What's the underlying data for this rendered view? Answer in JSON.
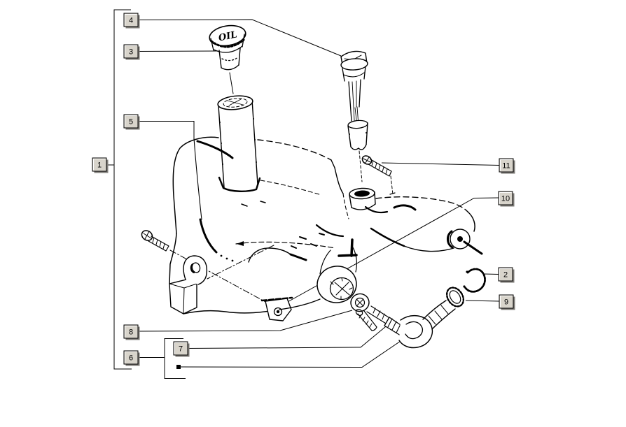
{
  "diagram": {
    "background_color": "#ffffff",
    "line_color": "#000000",
    "tag": {
      "fill": "#d8d4cb",
      "border": "#000000",
      "shadow": "#7f7d78",
      "highlight": "#ffffff",
      "text_color": "#000000"
    },
    "cap_text": "OIL",
    "callouts": [
      {
        "label": "1"
      },
      {
        "label": "2"
      },
      {
        "label": "3"
      },
      {
        "label": "4"
      },
      {
        "label": "5"
      },
      {
        "label": "6"
      },
      {
        "label": "7"
      },
      {
        "label": "8"
      },
      {
        "label": "9"
      },
      {
        "label": "10"
      },
      {
        "label": "11"
      }
    ]
  }
}
